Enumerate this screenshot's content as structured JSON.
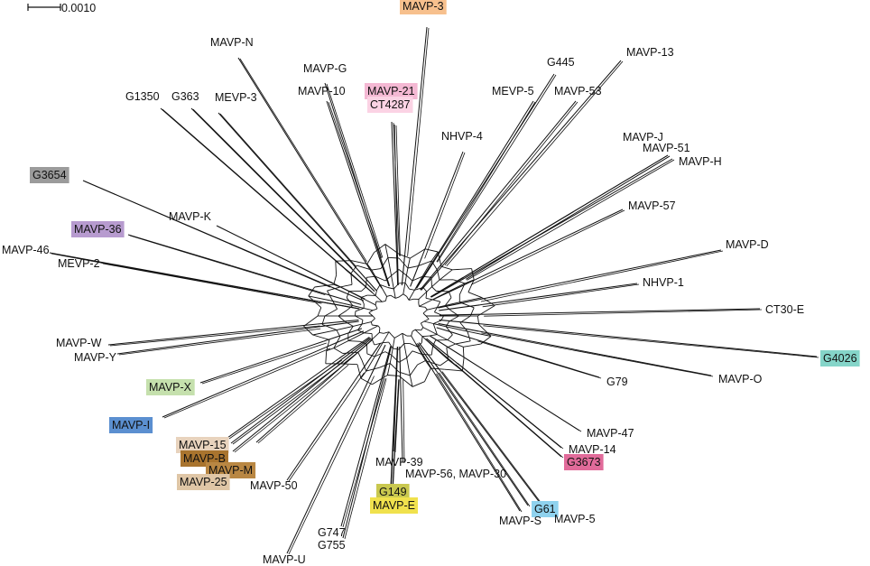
{
  "scale_bar": {
    "label": "0.0010"
  },
  "taxa": [
    {
      "id": "MAVP-3",
      "label": "MAVP-3",
      "highlight": "#f7c08d"
    },
    {
      "id": "MAVP-N",
      "label": "MAVP-N"
    },
    {
      "id": "MAVP-G",
      "label": "MAVP-G"
    },
    {
      "id": "MAVP-10",
      "label": "MAVP-10"
    },
    {
      "id": "MAVP-21",
      "label": "MAVP-21",
      "highlight": "#f4b8d3"
    },
    {
      "id": "CT4287",
      "label": "CT4287",
      "highlight": "#fbd3e4"
    },
    {
      "id": "G1350",
      "label": "G1350"
    },
    {
      "id": "G363",
      "label": "G363"
    },
    {
      "id": "MEVP-3",
      "label": "MEVP-3"
    },
    {
      "id": "G445",
      "label": "G445"
    },
    {
      "id": "MAVP-13",
      "label": "MAVP-13"
    },
    {
      "id": "MEVP-5",
      "label": "MEVP-5"
    },
    {
      "id": "MAVP-53",
      "label": "MAVP-53"
    },
    {
      "id": "NHVP-4",
      "label": "NHVP-4"
    },
    {
      "id": "MAVP-J",
      "label": "MAVP-J"
    },
    {
      "id": "MAVP-51",
      "label": "MAVP-51"
    },
    {
      "id": "MAVP-H",
      "label": "MAVP-H"
    },
    {
      "id": "G3654",
      "label": "G3654",
      "highlight": "#9b9b9b"
    },
    {
      "id": "MAVP-57",
      "label": "MAVP-57"
    },
    {
      "id": "MAVP-K",
      "label": "MAVP-K"
    },
    {
      "id": "MAVP-36",
      "label": "MAVP-36",
      "highlight": "#b79bcf"
    },
    {
      "id": "MAVP-D",
      "label": "MAVP-D"
    },
    {
      "id": "MAVP-46",
      "label": "MAVP-46"
    },
    {
      "id": "MEVP-2",
      "label": "MEVP-2"
    },
    {
      "id": "NHVP-1",
      "label": "NHVP-1"
    },
    {
      "id": "CT30-E",
      "label": "CT30-E"
    },
    {
      "id": "MAVP-W",
      "label": "MAVP-W"
    },
    {
      "id": "MAVP-Y",
      "label": "MAVP-Y"
    },
    {
      "id": "G4026",
      "label": "G4026",
      "highlight": "#85d5c9"
    },
    {
      "id": "MAVP-X",
      "label": "MAVP-X",
      "highlight": "#c5e0ad"
    },
    {
      "id": "MAVP-O",
      "label": "MAVP-O"
    },
    {
      "id": "G79",
      "label": "G79"
    },
    {
      "id": "MAVP-I",
      "label": "MAVP-I",
      "highlight": "#5b8fd0"
    },
    {
      "id": "MAVP-47",
      "label": "MAVP-47"
    },
    {
      "id": "MAVP-15",
      "label": "MAVP-15",
      "highlight": "#e8d3bd"
    },
    {
      "id": "MAVP-14",
      "label": "MAVP-14"
    },
    {
      "id": "MAVP-B",
      "label": "MAVP-B",
      "highlight": "#a9742e"
    },
    {
      "id": "G3673",
      "label": "G3673",
      "highlight": "#e16b9a"
    },
    {
      "id": "MAVP-M",
      "label": "MAVP-M",
      "highlight": "#b98743"
    },
    {
      "id": "MAVP-39",
      "label": "MAVP-39"
    },
    {
      "id": "MAVP-56-30",
      "label": "MAVP-56, MAVP-30"
    },
    {
      "id": "MAVP-25",
      "label": "MAVP-25",
      "highlight": "#dfc6a6"
    },
    {
      "id": "MAVP-50",
      "label": "MAVP-50"
    },
    {
      "id": "G149",
      "label": "G149",
      "highlight": "#c9c84f"
    },
    {
      "id": "MAVP-E",
      "label": "MAVP-E",
      "highlight": "#f0e14d"
    },
    {
      "id": "G61",
      "label": "G61",
      "highlight": "#8fd2ee"
    },
    {
      "id": "MAVP-S",
      "label": "MAVP-S"
    },
    {
      "id": "MAVP-5",
      "label": "MAVP-5"
    },
    {
      "id": "G747",
      "label": "G747"
    },
    {
      "id": "G755",
      "label": "G755"
    },
    {
      "id": "MAVP-U",
      "label": "MAVP-U"
    }
  ]
}
